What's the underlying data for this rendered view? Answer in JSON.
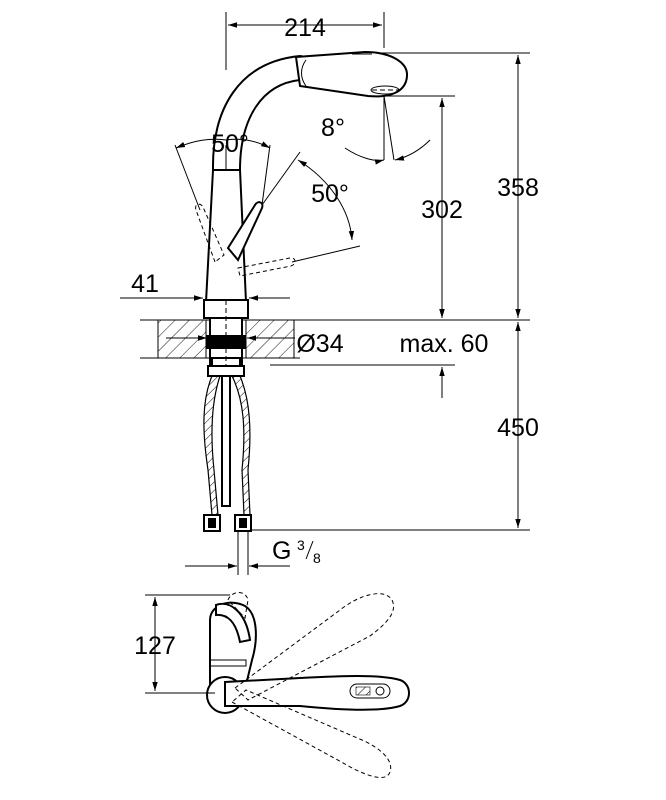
{
  "dimensions": {
    "spout_reach": "214",
    "lever_angle": "50°",
    "lever_rotation": "50°",
    "spray_angle": "8°",
    "body_width": "41",
    "spout_height": "302",
    "total_height": "358",
    "hole_diameter": "Ø34",
    "max_counter_thickness": "max. 60",
    "hose_length": "450",
    "thread": "G",
    "thread_numerator": "3",
    "thread_denominator": "8",
    "plan_depth": "127"
  }
}
